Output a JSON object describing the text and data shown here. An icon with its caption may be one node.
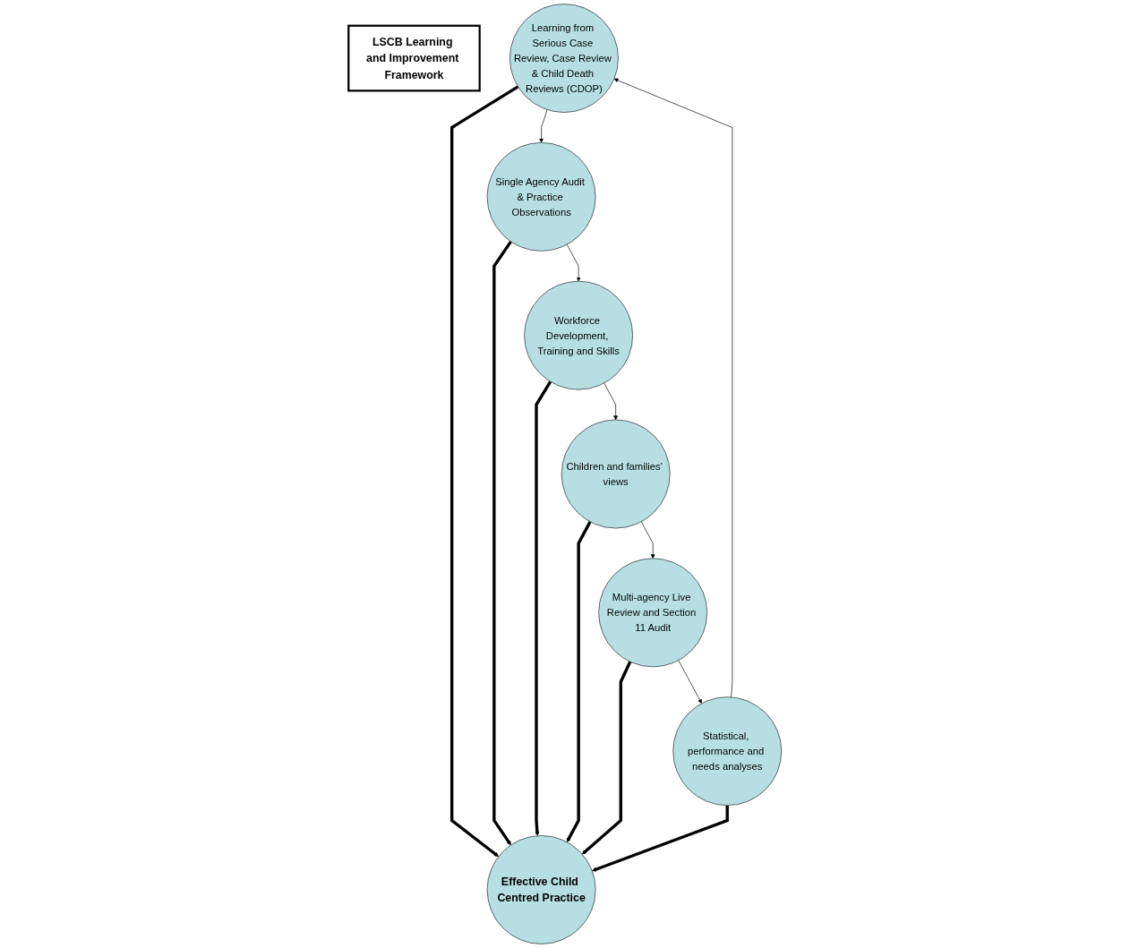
{
  "diagram": {
    "nodes": [
      {
        "text": [
          "LSCB Learning and Improvement Framework"
        ]
      },
      {
        "text": [
          "Learning from Serious Case Review, Case Review & Child Death Reviews (CDOP)"
        ]
      },
      {
        "text": [
          "Single Agency Audit & Practice Observations"
        ]
      },
      {
        "text": [
          "Workforce Development, Training and Skills"
        ]
      },
      {
        "text": [
          "Children and families’ views"
        ]
      },
      {
        "text": [
          "Multi-agency Live Review and Section 11 Audit"
        ]
      },
      {
        "text": [
          "Statistical, performance and needs analyses"
        ]
      },
      {
        "text": [
          "Effective Child Centred Practice"
        ]
      }
    ],
    "edges": [
      {
        "from": 1,
        "to": 2,
        "arrow": "to"
      },
      {
        "from": 2,
        "to": 3,
        "arrow": "to"
      },
      {
        "from": 3,
        "to": 4,
        "arrow": "to"
      },
      {
        "from": 4,
        "to": 5,
        "arrow": "to"
      },
      {
        "from": 5,
        "to": 6,
        "arrow": "to"
      },
      {
        "from": 6,
        "to": 1,
        "arrow": "to"
      },
      {
        "from": 1,
        "to": 7,
        "arrow": "to",
        "style": "thick"
      },
      {
        "from": 2,
        "to": 7,
        "arrow": "to",
        "style": "thick"
      },
      {
        "from": 3,
        "to": 7,
        "arrow": "to",
        "style": "thick"
      },
      {
        "from": 4,
        "to": 7,
        "arrow": "to",
        "style": "thick"
      },
      {
        "from": 5,
        "to": 7,
        "arrow": "to",
        "style": "thick"
      },
      {
        "from": 6,
        "to": 7,
        "arrow": "to",
        "style": "thick"
      }
    ]
  }
}
